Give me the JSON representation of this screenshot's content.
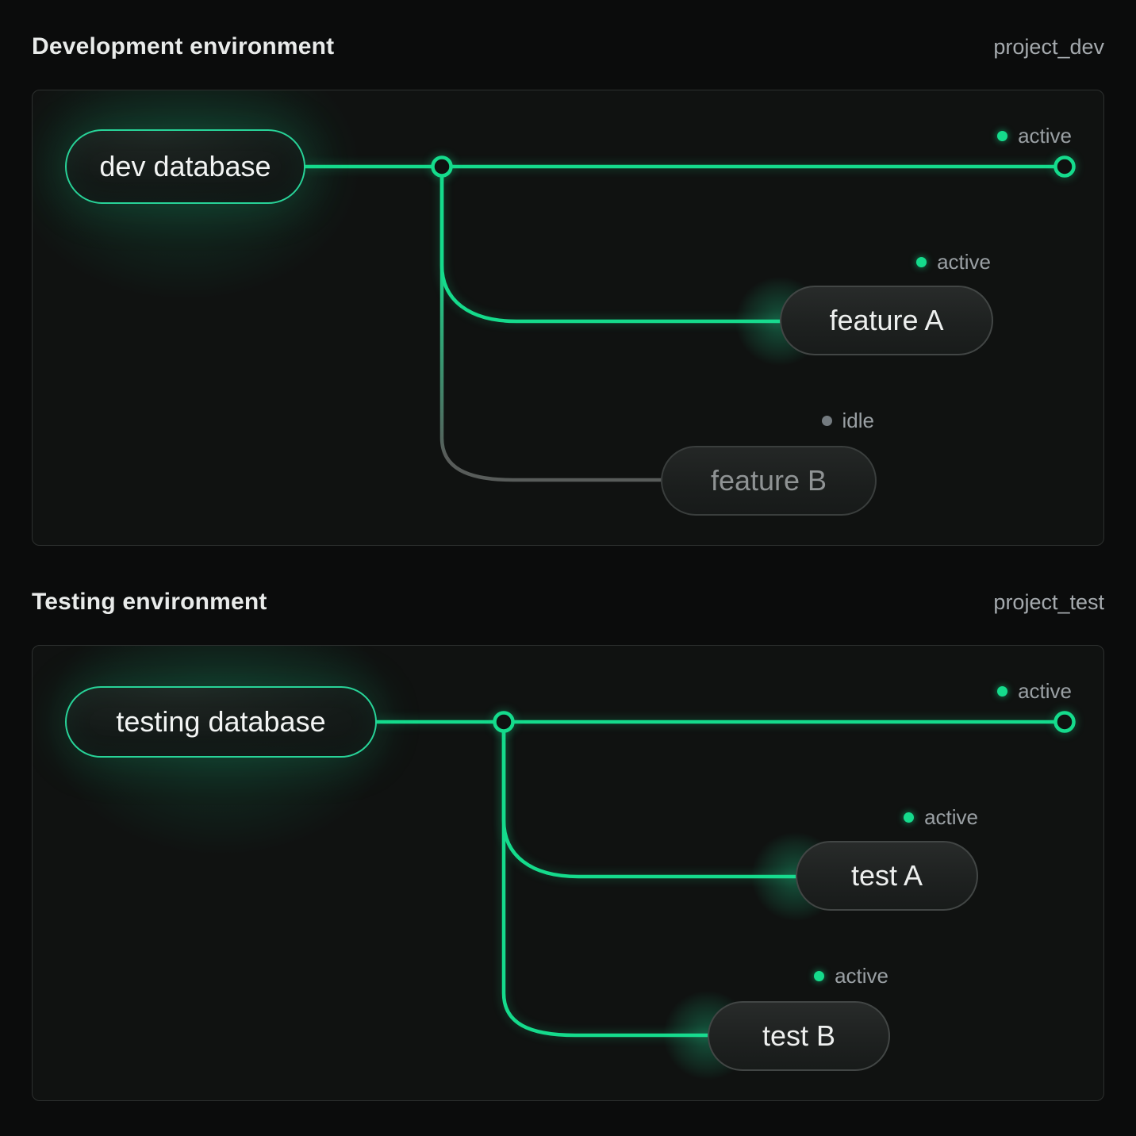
{
  "colors": {
    "accent_green": "#15DB8C",
    "idle_gray": "#585C5A",
    "panel_bg": "#101211",
    "page_bg": "#0B0C0C"
  },
  "sections": [
    {
      "title": "Development environment",
      "project": "project_dev",
      "database": {
        "label": "dev database",
        "status": "active"
      },
      "branches": [
        {
          "label": "feature A",
          "status": "active"
        },
        {
          "label": "feature B",
          "status": "idle"
        }
      ]
    },
    {
      "title": "Testing environment",
      "project": "project_test",
      "database": {
        "label": "testing database",
        "status": "active"
      },
      "branches": [
        {
          "label": "test A",
          "status": "active"
        },
        {
          "label": "test B",
          "status": "active"
        }
      ]
    }
  ]
}
